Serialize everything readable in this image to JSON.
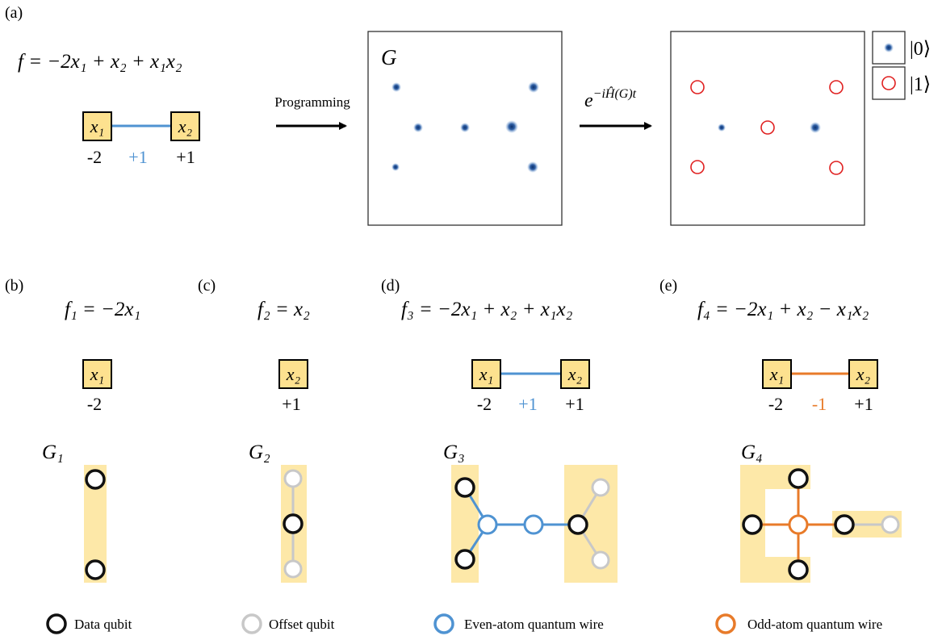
{
  "panels": {
    "a": {
      "label": "(a)",
      "equation": "f = −2x₁ + x₂ + x₁x₂",
      "nodes": [
        "x₁",
        "x₂"
      ],
      "weights": {
        "x1": "-2",
        "edge": "+1",
        "x2": "+1"
      },
      "arrow1_label": "Programming",
      "graph_label": "G",
      "arrow2_label": "e^(−iĤ(G)t)",
      "arrow2_base": "e",
      "arrow2_exp": "−iĤ(G)t",
      "state0": "|0⟩",
      "state1": "|1⟩"
    },
    "b": {
      "label": "(b)",
      "equation": "f₁ = −2x₁",
      "node": "x₁",
      "weight": "-2",
      "graph": "G₁"
    },
    "c": {
      "label": "(c)",
      "equation": "f₂ = x₂",
      "node": "x₂",
      "weight": "+1",
      "graph": "G₂"
    },
    "d": {
      "label": "(d)",
      "equation": "f₃ = −2x₁ + x₂ + x₁x₂",
      "nodes": [
        "x₁",
        "x₂"
      ],
      "weights": {
        "x1": "-2",
        "edge": "+1",
        "x2": "+1"
      },
      "graph": "G₃"
    },
    "e": {
      "label": "(e)",
      "equation": "f₄ = −2x₁ + x₂ − x₁x₂",
      "nodes": [
        "x₁",
        "x₂"
      ],
      "weights": {
        "x1": "-2",
        "edge": "-1",
        "x2": "+1"
      },
      "graph": "G₄"
    }
  },
  "legend": {
    "data": "Data qubit",
    "offset": "Offset qubit",
    "even": "Even-atom quantum wire",
    "odd": "Odd-atom quantum wire"
  },
  "colors": {
    "node_fill": "#fde18f",
    "highlight": "#fde8a8",
    "data_qubit": "#111111",
    "offset_qubit": "#c8c8c8",
    "even_wire": "#4f93d2",
    "odd_wire": "#e87b2a",
    "excited_marker": "#e02020",
    "atom": "#1a4f9c"
  }
}
